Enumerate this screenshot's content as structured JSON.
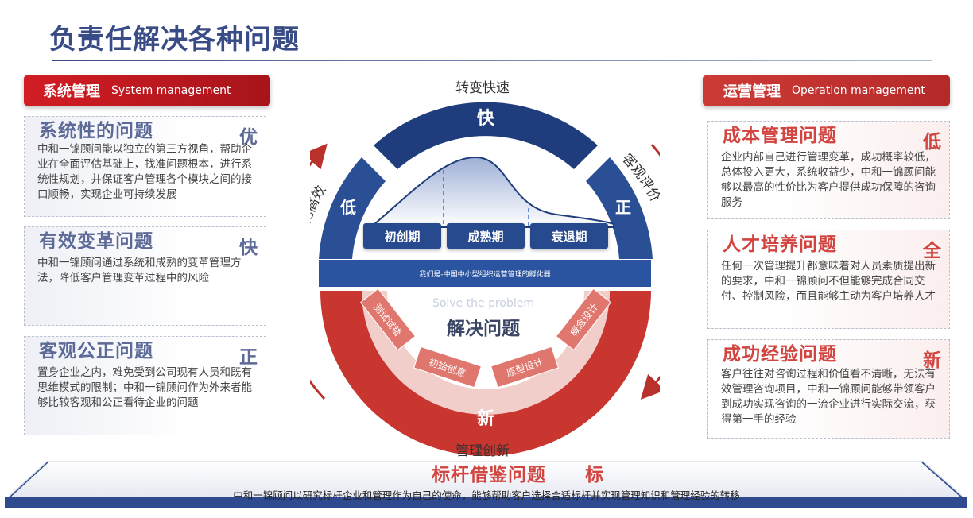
{
  "title": "负责任解决各种问题",
  "left_header": {
    "cn": "系统管理",
    "en": "System management"
  },
  "right_header": {
    "cn": "运营管理",
    "en": "Operation management"
  },
  "left_cards": [
    {
      "title": "系统性的问题",
      "badge": "优",
      "text": "中和一锦顾问能以独立的第三方视角，帮助企业在全面评估基础上，找准问题根本，进行系统性规划，并保证客户管理各个模块之间的接口顺畅，实现企业可持续发展"
    },
    {
      "title": "有效变革问题",
      "badge": "快",
      "text": "中和一锦顾问通过系统和成熟的变革管理方法，降低客户管理变革过程中的风险"
    },
    {
      "title": "客观公正问题",
      "badge": "正",
      "text": "置身企业之内，难免受到公司现有人员和既有思维模式的限制；中和一锦顾问作为外来者能够比较客观和公正看待企业的问题"
    }
  ],
  "right_cards": [
    {
      "title": "成本管理问题",
      "badge": "低",
      "text": "企业内部自己进行管理变革，成功概率较低，总体投入更大，系统收益少，中和一锦顾问能够以最高的性价比为客户提供成功保障的咨询服务"
    },
    {
      "title": "人才培养问题",
      "badge": "全",
      "text": "任何一次管理提升都意味着对人员素质提出新的要求，中和一锦顾问不但能够完成合同交付、控制风险，而且能够主动为客户培养人才"
    },
    {
      "title": "成功经验问题",
      "badge": "新",
      "text": "客户往往对咨询过程和价值看不清晰，无法有效管理咨询项目，中和一锦顾问能够带领客户到成功实现咨询的一流企业进行实际交流，获得第一手的经验"
    }
  ],
  "ring": {
    "top_label": "转变快速",
    "bottom_label": "管理创新",
    "left_arc_label": "转化高效",
    "right_arc_label": "客观评价",
    "segment_fast": "快",
    "segment_low": "低",
    "segment_right": "正",
    "segment_new": "新",
    "phases": [
      "初创期",
      "成熟期",
      "衰退期"
    ],
    "tagline": "我们是-中国中小型组织运营管理的孵化器",
    "solve_en": "Solve the problem",
    "solve_cn": "解决问题",
    "steps": [
      "测试试错",
      "初始创意",
      "原型设计",
      "概念设计"
    ]
  },
  "benchmark": {
    "title": "标杆借鉴问题",
    "badge": "标",
    "text": "中和一锦顾问以研究标杆企业和管理作为自己的使命，能够帮助客户选择合适标杆并实现管理知识和管理经验的转移"
  },
  "colors": {
    "navy": "#1f3d7c",
    "red": "#c8362f",
    "blue_bar": "#2a54a0"
  }
}
